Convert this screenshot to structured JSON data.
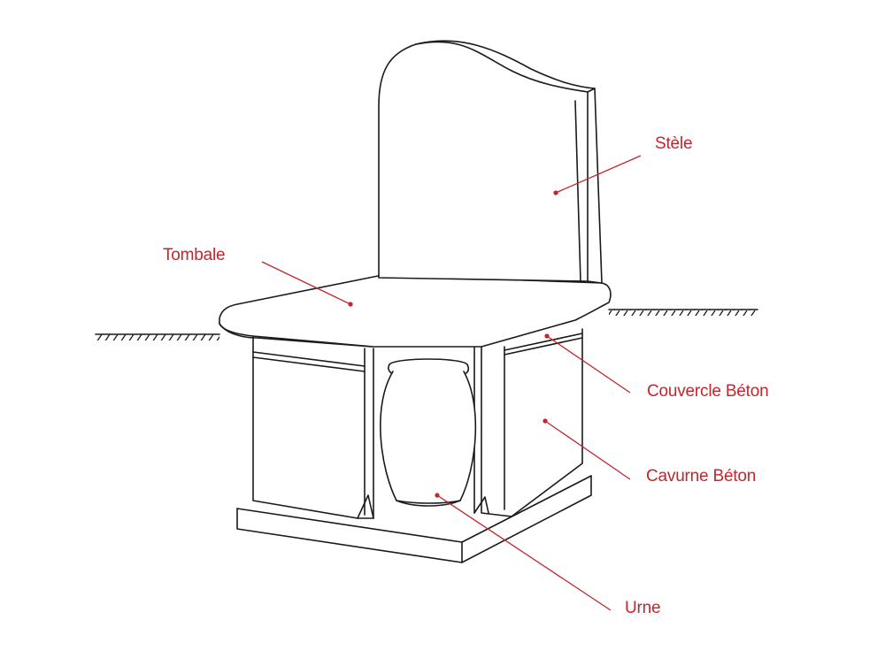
{
  "colors": {
    "line": "#1a1a1a",
    "accent": "#c0272d",
    "background": "#ffffff"
  },
  "labels": {
    "stele": "Stèle",
    "tombale": "Tombale",
    "couvercle": "Couvercle Béton",
    "cavurne": "Cavurne Béton",
    "urne": "Urne"
  }
}
